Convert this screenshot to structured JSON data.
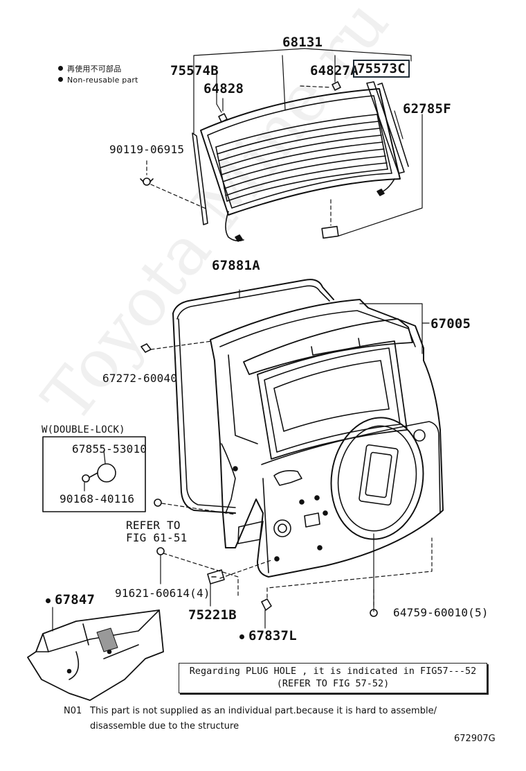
{
  "legend": {
    "jp": "再使用不可部品",
    "en": "Non-reusable part"
  },
  "parts": {
    "p68131": "68131",
    "p75574B": "75574B",
    "p64828": "64828",
    "p64827A": "64827A",
    "p75573C": "75573C",
    "p62785F": "62785F",
    "p90119": "90119-06915",
    "p67881A": "67881A",
    "p67005": "67005",
    "p67272": "67272-60040",
    "w_title": "W(DOUBLE-LOCK)",
    "p67855": "67855-53010",
    "p90168": "90168-40116",
    "refer1": "REFER TO",
    "refer2": "FIG 61-51",
    "p91621": "91621-60614(4)",
    "p75221B": "75221B",
    "p67847": "67847",
    "p67837L": "67837L",
    "p64759": "64759-60010(5)"
  },
  "note": {
    "line1": "Regarding PLUG HOLE , it is indicated in FIG57---52",
    "line2": "(REFER TO FIG 57-52)"
  },
  "footnote": {
    "code": "N01",
    "line1": "This part is not supplied as an individual part.because it is hard to assemble/",
    "line2": "disassemble due to the structure"
  },
  "figure_id": "672907G",
  "watermark": "Toyota Mine.ru"
}
